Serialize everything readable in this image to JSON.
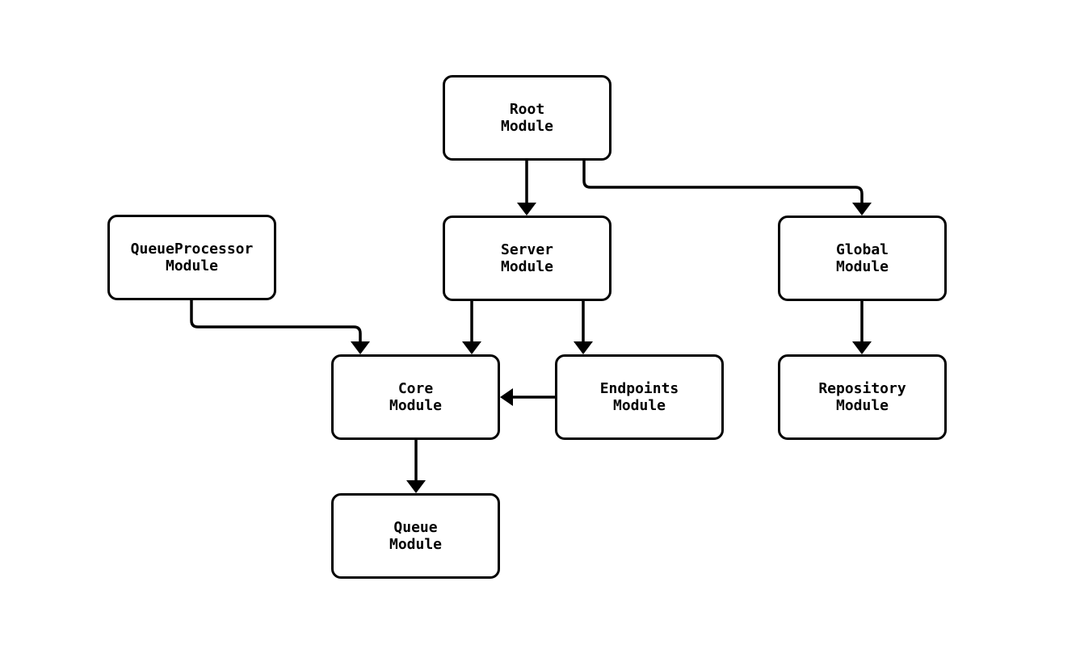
{
  "diagram": {
    "type": "module-dependency-flowchart",
    "background_color": "#ffffff",
    "node_fill_color": "#ffffff",
    "stroke_color": "#000000",
    "text_color": "#000000",
    "nodes": {
      "root": {
        "line1": "Root",
        "line2": "Module"
      },
      "queue_processor": {
        "line1": "QueueProcessor",
        "line2": "Module"
      },
      "server": {
        "line1": "Server",
        "line2": "Module"
      },
      "global": {
        "line1": "Global",
        "line2": "Module"
      },
      "core": {
        "line1": "Core",
        "line2": "Module"
      },
      "endpoints": {
        "line1": "Endpoints",
        "line2": "Module"
      },
      "repository": {
        "line1": "Repository",
        "line2": "Module"
      },
      "queue": {
        "line1": "Queue",
        "line2": "Module"
      }
    },
    "edges": [
      {
        "from": "Root Module",
        "to": "Server Module"
      },
      {
        "from": "Root Module",
        "to": "Global Module"
      },
      {
        "from": "QueueProcessor Module",
        "to": "Core Module"
      },
      {
        "from": "Server Module",
        "to": "Core Module"
      },
      {
        "from": "Server Module",
        "to": "Endpoints Module"
      },
      {
        "from": "Endpoints Module",
        "to": "Core Module"
      },
      {
        "from": "Core Module",
        "to": "Queue Module"
      },
      {
        "from": "Global Module",
        "to": "Repository Module"
      }
    ]
  }
}
